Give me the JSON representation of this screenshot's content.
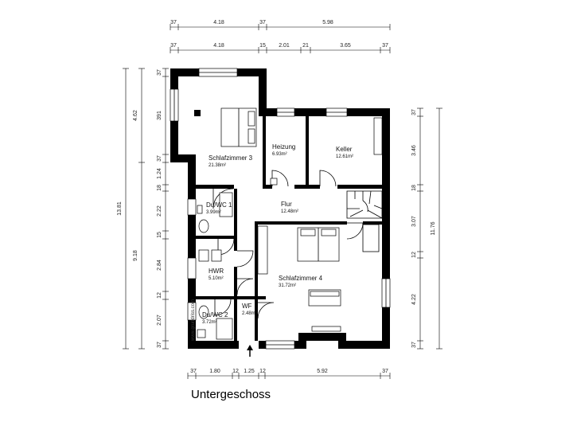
{
  "title": "Untergeschoss",
  "watermark": "www.grundriss.com",
  "rooms": [
    {
      "name": "Schlafzimmer 3",
      "area": "21.38m²"
    },
    {
      "name": "Heizung",
      "area": "6.93m²"
    },
    {
      "name": "Keller",
      "area": "12.61m²"
    },
    {
      "name": "Du/WC 1",
      "area": "3.99m²"
    },
    {
      "name": "Flur",
      "area": "12.48m²"
    },
    {
      "name": "HWR",
      "area": "5.10m²"
    },
    {
      "name": "Schlafzimmer 4",
      "area": "31.72m²"
    },
    {
      "name": "WF",
      "area": "2.48m²"
    },
    {
      "name": "Du/WC 2",
      "area": "3.72m²"
    }
  ],
  "dims": {
    "top1": [
      "37",
      "4.18",
      "37",
      "5.98"
    ],
    "top2": [
      "37",
      "4.18",
      "15",
      "2.01",
      "21",
      "3.65",
      "37"
    ],
    "bottom": [
      "37",
      "1.80",
      "12",
      "1.25",
      "12",
      "5.92",
      "37"
    ],
    "left_total": "13.81",
    "left_mid": [
      "4.62",
      "9.18"
    ],
    "left_detail": [
      "37",
      "391",
      "37",
      "1.24",
      "18",
      "2.22",
      "15",
      "2.84",
      "12",
      "2.07",
      "37"
    ],
    "right_detail": [
      "37",
      "3.46",
      "18",
      "3.07",
      "12",
      "4.22",
      "37"
    ],
    "right_total": "11.76"
  }
}
